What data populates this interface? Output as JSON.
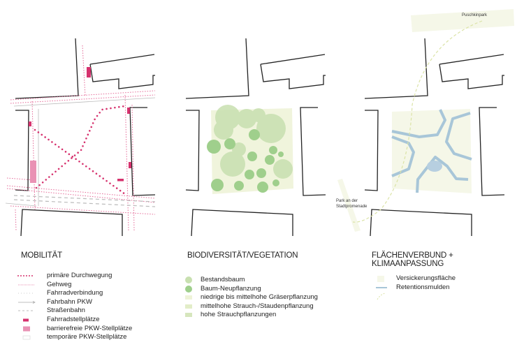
{
  "panels": [
    {
      "title": "MOBILITÄT",
      "legend": [
        {
          "label": "primäre Durchwegung",
          "icon": "dotted-bold-magenta"
        },
        {
          "label": "Gehweg",
          "icon": "dotted-fine-pink"
        },
        {
          "label": "Fahrradverbindung",
          "icon": "dotted-grey"
        },
        {
          "label": "Fahrbahn PKW",
          "icon": "arrow-line"
        },
        {
          "label": "Straßenbahn",
          "icon": "dashed-grey"
        },
        {
          "label": "Fahrradstellplätze",
          "icon": "magenta-bar"
        },
        {
          "label": "barrierefreie PKW-Stellplätze",
          "icon": "pink-rect"
        },
        {
          "label": "temporäre PKW-Stellplätze",
          "icon": "outline-rect"
        }
      ]
    },
    {
      "title": "BIODIVERSITÄT/VEGETATION",
      "legend": [
        {
          "label": "Bestandsbaum",
          "icon": "light-green-circle"
        },
        {
          "label": "Baum-Neupflanzung",
          "icon": "green-circle"
        },
        {
          "label": "niedrige bis mittelhohe Gräserpflanzung",
          "icon": "pale-hatch"
        },
        {
          "label": "mittelhohe Strauch-/Staudenpflanzung",
          "icon": "mid-hatch"
        },
        {
          "label": "hohe Strauchpflanzungen",
          "icon": "dense-hatch"
        }
      ]
    },
    {
      "title": "FLÄCHENVERBUND + KLIMAANPASSUNG",
      "legend": [
        {
          "label": "Versickerungsfläche",
          "icon": "cream-square"
        },
        {
          "label": "Retentionsmulden",
          "icon": "blue-line"
        }
      ],
      "map_labels": {
        "north": "Puschkinpark",
        "southwest": "Park an der Stadtpromenade"
      }
    }
  ],
  "colors": {
    "magenta": "#d6326e",
    "pink": "#e992b4",
    "green_light": "#c8e0b0",
    "green": "#9fcf8c",
    "cream": "#f5f7e8",
    "blue": "#a8c6d8"
  }
}
